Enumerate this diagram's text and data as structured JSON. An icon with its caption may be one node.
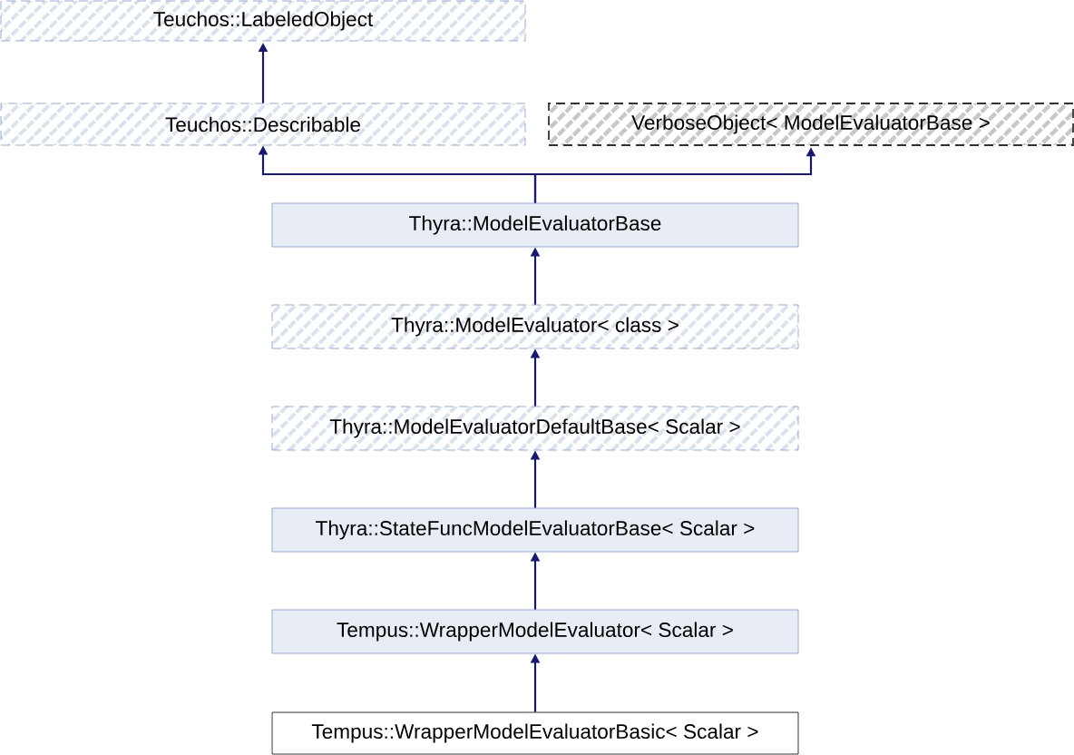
{
  "diagram": {
    "nodes": [
      {
        "text": [
          "Teuchos::LabeledObject"
        ]
      },
      {
        "text": [
          "Teuchos::Describable"
        ]
      },
      {
        "text": [
          "VerboseObject< ModelEvaluatorBase >"
        ]
      },
      {
        "text": [
          "Thyra::ModelEvaluatorBase"
        ]
      },
      {
        "text": [
          "Thyra::ModelEvaluator< class >"
        ]
      },
      {
        "text": [
          "Thyra::ModelEvaluatorDefaultBase< Scalar >"
        ]
      },
      {
        "text": [
          "Thyra::StateFuncModelEvaluatorBase< Scalar >"
        ]
      },
      {
        "text": [
          "Tempus::WrapperModelEvaluator< Scalar >"
        ]
      },
      {
        "text": [
          "Tempus::WrapperModelEvaluatorBasic< Scalar >"
        ]
      }
    ],
    "edges": [
      {
        "from": 1,
        "to": 0,
        "arrow": "to"
      },
      {
        "from": 3,
        "to": 1,
        "arrow": "to"
      },
      {
        "from": 3,
        "to": 2,
        "arrow": "to"
      },
      {
        "from": 4,
        "to": 3,
        "arrow": "to"
      },
      {
        "from": 5,
        "to": 4,
        "arrow": "to"
      },
      {
        "from": 6,
        "to": 5,
        "arrow": "to"
      },
      {
        "from": 7,
        "to": 6,
        "arrow": "to"
      },
      {
        "from": 8,
        "to": 7,
        "arrow": "to"
      }
    ]
  }
}
